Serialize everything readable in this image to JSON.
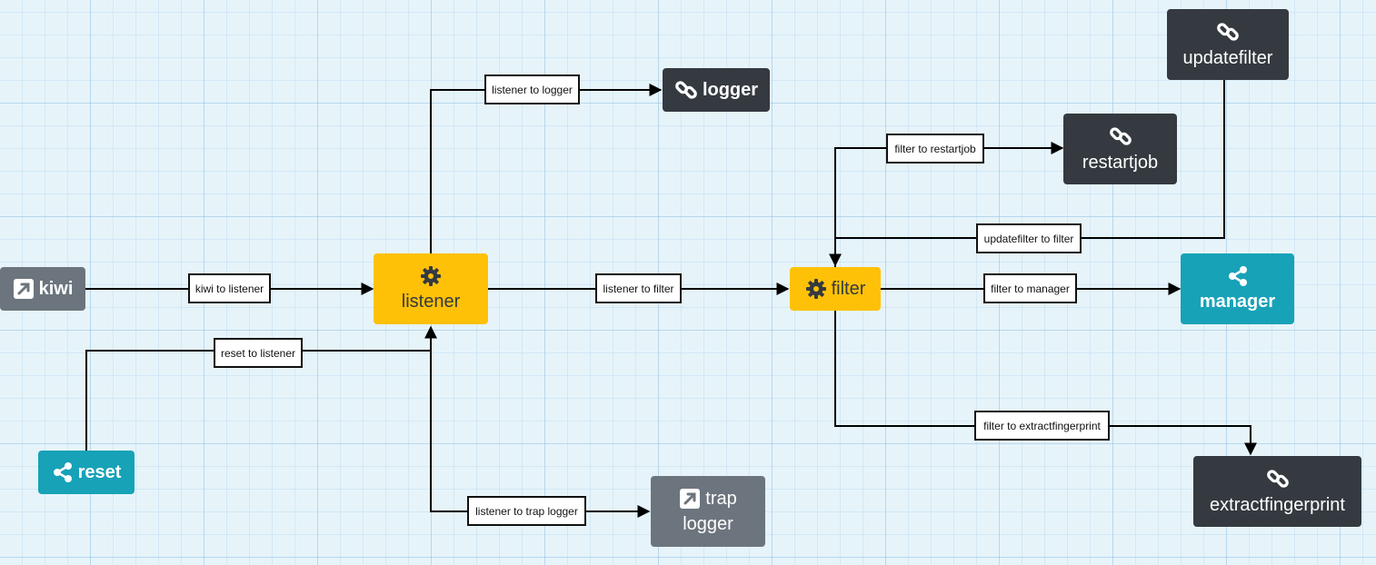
{
  "nodes": {
    "kiwi": "kiwi",
    "listener": "listener",
    "logger": "logger",
    "trap_logger_line1": "trap",
    "trap_logger_line2": "logger",
    "reset": "reset",
    "filter": "filter",
    "restartjob": "restartjob",
    "updatefilter": "updatefilter",
    "manager": "manager",
    "extractfingerprint": "extractfingerprint"
  },
  "edges": {
    "kiwi_to_listener": "kiwi to listener",
    "reset_to_listener": "reset to listener",
    "listener_to_logger": "listener to logger",
    "listener_to_filter": "listener to filter",
    "listener_to_trap_logger": "listener to trap logger",
    "filter_to_restartjob": "filter to restartjob",
    "updatefilter_to_filter": "updatefilter to filter",
    "filter_to_manager": "filter to manager",
    "filter_to_extractfingerprint": "filter to extractfingerprint"
  },
  "colors": {
    "background": "#e6f4fa",
    "dark_node": "#343a40",
    "gray_node": "#6c757d",
    "yellow_node": "#ffc107",
    "teal_node": "#17a2b8",
    "edge": "#000000"
  },
  "icons": {
    "kiwi": "external-link-icon",
    "listener": "gear-icon",
    "logger": "link-icon",
    "trap_logger": "external-link-icon",
    "reset": "share-icon",
    "filter": "gear-icon",
    "restartjob": "link-icon",
    "updatefilter": "link-icon",
    "manager": "share-icon",
    "extractfingerprint": "link-icon"
  }
}
